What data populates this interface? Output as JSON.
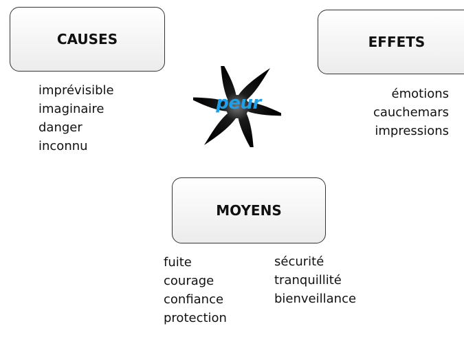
{
  "center": {
    "label": "peur",
    "label_color": "#1ea0e8",
    "symbol": "black-swirl-icon"
  },
  "causes": {
    "title": "CAUSES",
    "items": [
      "imprévisible",
      "imaginaire",
      "danger",
      "inconnu"
    ]
  },
  "effets": {
    "title": "EFFETS",
    "items": [
      "émotions",
      "cauchemars",
      "impressions"
    ]
  },
  "moyens": {
    "title": "MOYENS",
    "items_left": [
      "fuite",
      "courage",
      "confiance",
      "protection"
    ],
    "items_right": [
      "sécurité",
      "tranquillité",
      "bienveillance"
    ]
  },
  "colors": {
    "box_border": "#333333",
    "text": "#111111",
    "accent": "#1ea0e8"
  }
}
